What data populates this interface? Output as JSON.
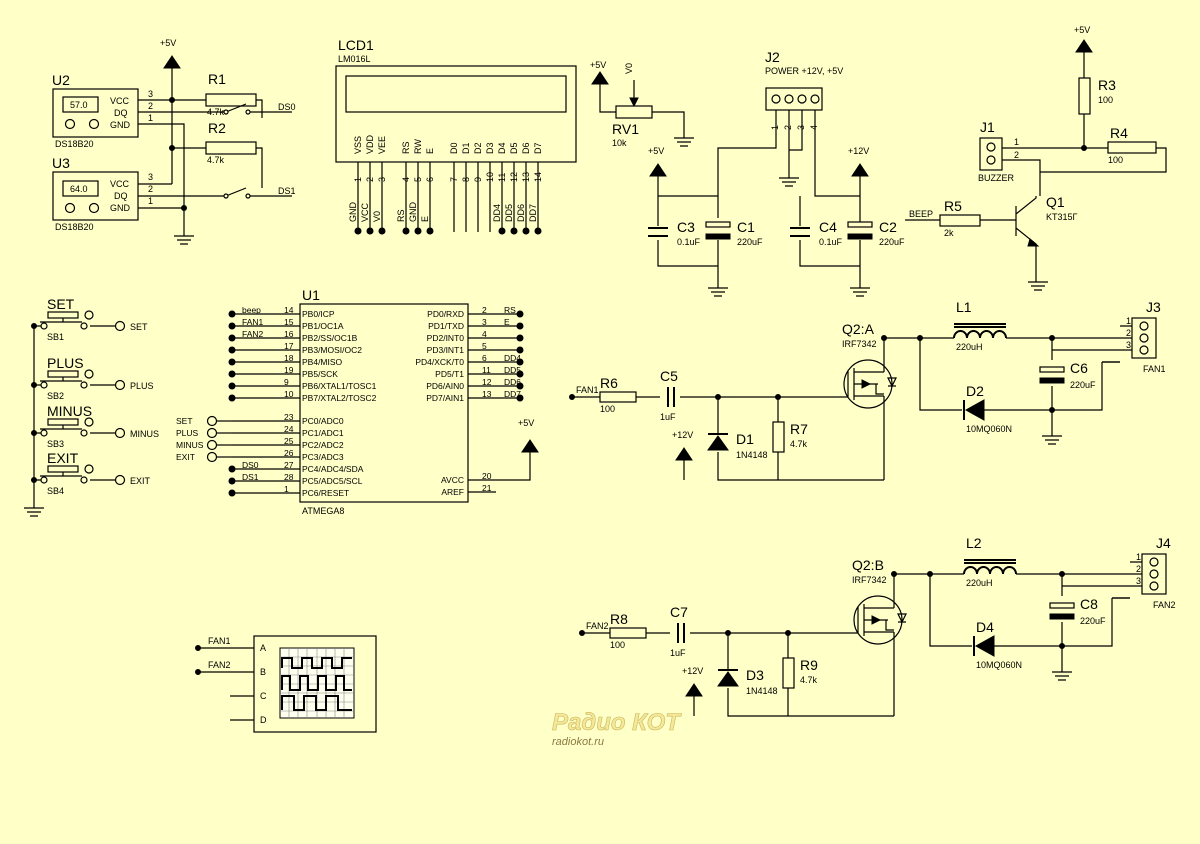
{
  "u2": {
    "ref": "U2",
    "part": "DS18B20",
    "display": "57.0",
    "pins": [
      "VCC",
      "DQ",
      "GND"
    ],
    "nums": [
      "3",
      "2",
      "1"
    ]
  },
  "u3": {
    "ref": "U3",
    "part": "DS18B20",
    "display": "64.0",
    "pins": [
      "VCC",
      "DQ",
      "GND"
    ],
    "nums": [
      "3",
      "2",
      "1"
    ]
  },
  "r1": {
    "ref": "R1",
    "value": "4.7k"
  },
  "r2": {
    "ref": "R2",
    "value": "4.7k"
  },
  "ds0": "DS0",
  "ds1": "DS1",
  "p5v": "+5V",
  "p12v": "+12V",
  "lcd": {
    "ref": "LCD1",
    "part": "LM016L",
    "pins": [
      "VSS",
      "VDD",
      "VEE",
      "RS",
      "RW",
      "E",
      "D0",
      "D1",
      "D2",
      "D3",
      "D4",
      "D5",
      "D6",
      "D7"
    ],
    "nums": [
      "1",
      "2",
      "3",
      "4",
      "5",
      "6",
      "7",
      "8",
      "9",
      "10",
      "11",
      "12",
      "13",
      "14"
    ],
    "nets": [
      "GND",
      "VCC",
      "V0",
      "RS",
      "GND",
      "E",
      "DD4",
      "DD5",
      "DD6",
      "DD7"
    ]
  },
  "rv1": {
    "ref": "RV1",
    "value": "10k",
    "wiper": "V0"
  },
  "j2": {
    "ref": "J2",
    "label": "POWER +12V, +5V",
    "nums": [
      "1",
      "2",
      "3",
      "4"
    ]
  },
  "c3": {
    "ref": "C3",
    "value": "0.1uF"
  },
  "c1": {
    "ref": "C1",
    "value": "220uF"
  },
  "c4": {
    "ref": "C4",
    "value": "0.1uF"
  },
  "c2": {
    "ref": "C2",
    "value": "220uF"
  },
  "j1": {
    "ref": "J1",
    "label": "BUZZER",
    "nums": [
      "1",
      "2"
    ]
  },
  "r3": {
    "ref": "R3",
    "value": "100"
  },
  "r4": {
    "ref": "R4",
    "value": "100"
  },
  "r5": {
    "ref": "R5",
    "value": "2k"
  },
  "q1": {
    "ref": "Q1",
    "part": "KT315Г"
  },
  "beep": "BEEP",
  "buttons": [
    {
      "name": "SET",
      "ref": "SB1",
      "net": "SET"
    },
    {
      "name": "PLUS",
      "ref": "SB2",
      "net": "PLUS"
    },
    {
      "name": "MINUS",
      "ref": "SB3",
      "net": "MINUS"
    },
    {
      "name": "EXIT",
      "ref": "SB4",
      "net": "EXIT"
    }
  ],
  "u1": {
    "ref": "U1",
    "part": "ATMEGA8",
    "left": [
      {
        "net": "beep",
        "num": "14",
        "pin": "PB0/ICP"
      },
      {
        "net": "FAN1",
        "num": "15",
        "pin": "PB1/OC1A"
      },
      {
        "net": "FAN2",
        "num": "16",
        "pin": "PB2/SS/OC1B"
      },
      {
        "net": "",
        "num": "17",
        "pin": "PB3/MOSI/OC2"
      },
      {
        "net": "",
        "num": "18",
        "pin": "PB4/MISO"
      },
      {
        "net": "",
        "num": "19",
        "pin": "PB5/SCK"
      },
      {
        "net": "",
        "num": "9",
        "pin": "PB6/XTAL1/TOSC1"
      },
      {
        "net": "",
        "num": "10",
        "pin": "PB7/XTAL2/TOSC2"
      },
      {
        "net": "SET",
        "num": "23",
        "pin": "PC0/ADC0"
      },
      {
        "net": "PLUS",
        "num": "24",
        "pin": "PC1/ADC1"
      },
      {
        "net": "MINUS",
        "num": "25",
        "pin": "PC2/ADC2"
      },
      {
        "net": "EXIT",
        "num": "26",
        "pin": "PC3/ADC3"
      },
      {
        "net": "DS0",
        "num": "27",
        "pin": "PC4/ADC4/SDA"
      },
      {
        "net": "DS1",
        "num": "28",
        "pin": "PC5/ADC5/SCL"
      },
      {
        "net": "",
        "num": "1",
        "pin": "PC6/RESET"
      }
    ],
    "right": [
      {
        "pin": "PD0/RXD",
        "num": "2",
        "net": "RS"
      },
      {
        "pin": "PD1/TXD",
        "num": "3",
        "net": "E"
      },
      {
        "pin": "PD2/INT0",
        "num": "4",
        "net": ""
      },
      {
        "pin": "PD3/INT1",
        "num": "5",
        "net": ""
      },
      {
        "pin": "PD4/XCK/T0",
        "num": "6",
        "net": "DD4"
      },
      {
        "pin": "PD5/T1",
        "num": "11",
        "net": "DD5"
      },
      {
        "pin": "PD6/AIN0",
        "num": "12",
        "net": "DD6"
      },
      {
        "pin": "PD7/AIN1",
        "num": "13",
        "net": "DD7"
      }
    ],
    "power": [
      {
        "pin": "AVCC",
        "num": "20"
      },
      {
        "pin": "AREF",
        "num": "21"
      }
    ]
  },
  "ch1": {
    "q2": {
      "ref": "Q2:A",
      "part": "IRF7342"
    },
    "l": {
      "ref": "L1",
      "value": "220uH"
    },
    "j": {
      "ref": "J3",
      "label": "FAN1",
      "nums": [
        "1",
        "2",
        "3"
      ]
    },
    "c6": {
      "ref": "C6",
      "value": "220uF"
    },
    "d2": {
      "ref": "D2",
      "value": "10MQ060N"
    },
    "r6": {
      "ref": "R6",
      "value": "100"
    },
    "c5": {
      "ref": "C5",
      "value": "1uF"
    },
    "r7": {
      "ref": "R7",
      "value": "4.7k"
    },
    "d1": {
      "ref": "D1",
      "value": "1N4148"
    },
    "net": "FAN1"
  },
  "ch2": {
    "q2": {
      "ref": "Q2:B",
      "part": "IRF7342"
    },
    "l": {
      "ref": "L2",
      "value": "220uH"
    },
    "j": {
      "ref": "J4",
      "label": "FAN2",
      "nums": [
        "1",
        "2",
        "3"
      ]
    },
    "c6": {
      "ref": "C8",
      "value": "220uF"
    },
    "d2": {
      "ref": "D4",
      "value": "10MQ060N"
    },
    "r6": {
      "ref": "R8",
      "value": "100"
    },
    "c5": {
      "ref": "C7",
      "value": "1uF"
    },
    "r7": {
      "ref": "R9",
      "value": "4.7k"
    },
    "d1": {
      "ref": "D3",
      "value": "1N4148"
    },
    "net": "FAN2"
  },
  "scope": {
    "inputs": [
      "FAN1",
      "FAN2"
    ],
    "channels": [
      "A",
      "B",
      "C",
      "D"
    ]
  },
  "watermark": {
    "logo": "Радио КОТ",
    "url": "radiokot.ru"
  }
}
